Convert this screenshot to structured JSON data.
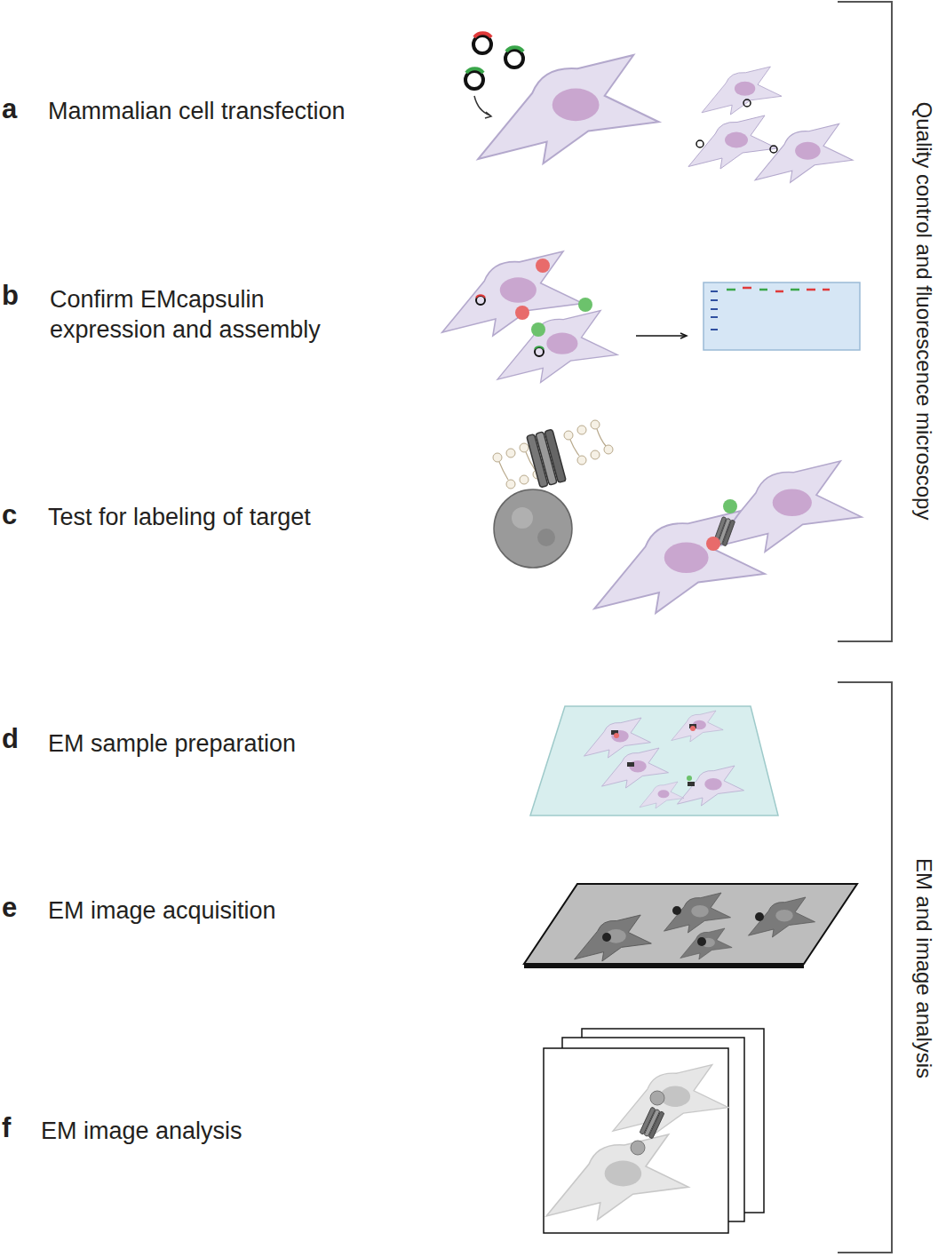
{
  "diagram": {
    "labels": [
      "a",
      "Mammalian cell transfection",
      "b",
      "Confirm EMcapsulin expression and assembly",
      "c",
      "Test for labeling of target",
      "d",
      "EM sample preparation",
      "e",
      "EM image acquisition",
      "f",
      "EM image analysis",
      "Quality control and fluorescence microscopy",
      "EM and image analysis"
    ]
  }
}
